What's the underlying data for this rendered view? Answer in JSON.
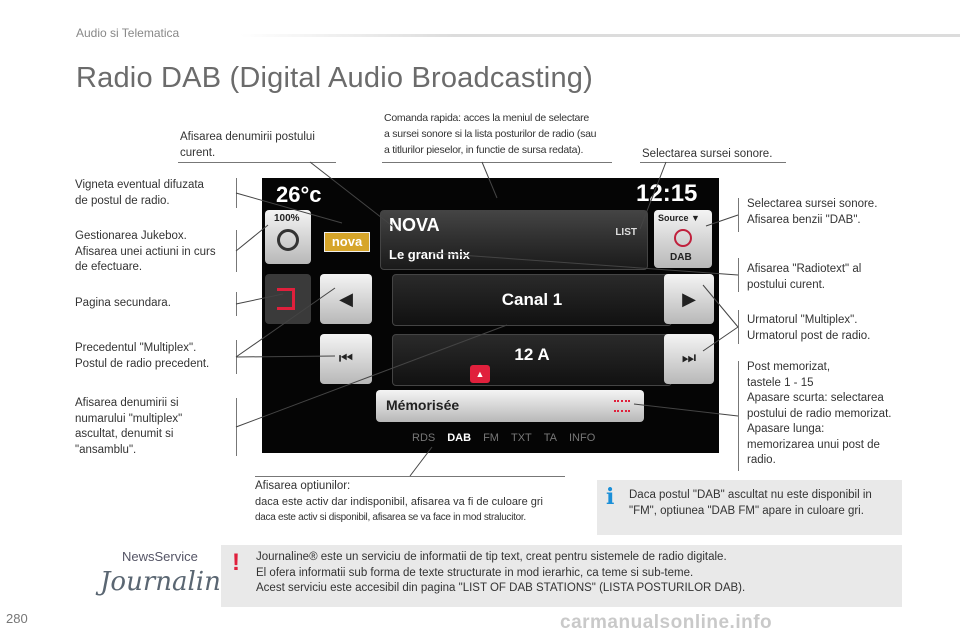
{
  "header": {
    "section": "Audio si Telematica",
    "title": "Radio DAB (Digital Audio Broadcasting)"
  },
  "callouts": {
    "station_name": [
      "Afisarea denumirii postului",
      "curent."
    ],
    "quick_cmd": [
      "Comanda rapida: acces la meniul de selectare",
      "a sursei sonore si la lista posturilor de radio (sau",
      "a titlurilor pieselor, in functie de sursa redata)."
    ],
    "source_top": "Selectarea sursei sonore.",
    "vignette": [
      "Vigneta eventual difuzata",
      "de postul de radio."
    ],
    "jukebox": [
      "Gestionarea Jukebox.",
      "Afisarea unei actiuni in curs",
      "de efectuare."
    ],
    "secondary": "Pagina secundara.",
    "previous": [
      "Precedentul \"Multiplex\".",
      "Postul de radio precedent."
    ],
    "ensemble": [
      "Afisarea denumirii si",
      "numarului \"multiplex\"",
      "ascultat, denumit si",
      "\"ansamblu\"."
    ],
    "source_band": [
      "Selectarea sursei sonore.",
      "Afisarea benzii \"DAB\"."
    ],
    "radiotext": [
      "Afisarea \"Radiotext\" al",
      "postului curent."
    ],
    "next": [
      "Urmatorul \"Multiplex\".",
      "Urmatorul post de radio."
    ],
    "memorized": [
      "Post memorizat,",
      "tastele 1 - 15",
      "Apasare scurta: selectarea",
      "postului de radio memorizat.",
      "Apasare lunga:",
      "memorizarea unui post de",
      "radio."
    ],
    "options": [
      "Afisarea optiunilor:",
      "daca este activ dar indisponibil, afisarea va fi de culoare gri",
      "daca este activ si disponibil, afisarea se va face in mod stralucitor."
    ]
  },
  "screen": {
    "temperature": "26°c",
    "clock": "12:15",
    "volume_pct": "100%",
    "station_logo": "nova",
    "station": "NOVA",
    "radiotext": "Le grand mix",
    "list_label": "LIST",
    "source_label": "Source ▼",
    "dab_label": "DAB",
    "channel": "Canal 1",
    "multiplex": "12 A",
    "memorize": "Mémorisée",
    "options": [
      "RDS",
      "DAB",
      "FM",
      "TXT",
      "TA",
      "INFO"
    ],
    "icons": {
      "prev": "◀",
      "next": "▶",
      "seek_back": "⏮",
      "seek_fwd": "⏭",
      "up": "▲"
    }
  },
  "info_note": {
    "icon": "i",
    "text": [
      "Daca postul \"DAB\" ascultat nu este disponibil in",
      "\"FM\", optiunea \"DAB FM\" apare in culoare gri."
    ]
  },
  "warn_note": {
    "icon": "!",
    "brand_top": "NewsService",
    "brand_main": "Journaline",
    "lines": [
      "Journaline® este un serviciu de informatii de tip text, creat pentru sistemele de radio digitale.",
      "El ofera informatii sub forma de texte structurate in mod ierarhic, ca teme si sub-teme.",
      "Acest serviciu este accesibil din pagina \"LIST OF DAB STATIONS\" (LISTA POSTURILOR DAB)."
    ]
  },
  "footer": {
    "page": "280",
    "watermark": "carmanualsonline.info"
  },
  "colors": {
    "accent_red": "#e0203c",
    "info_blue": "#1a8fd8",
    "note_bg": "#e9e9e9",
    "screen_bg": "#050505"
  }
}
